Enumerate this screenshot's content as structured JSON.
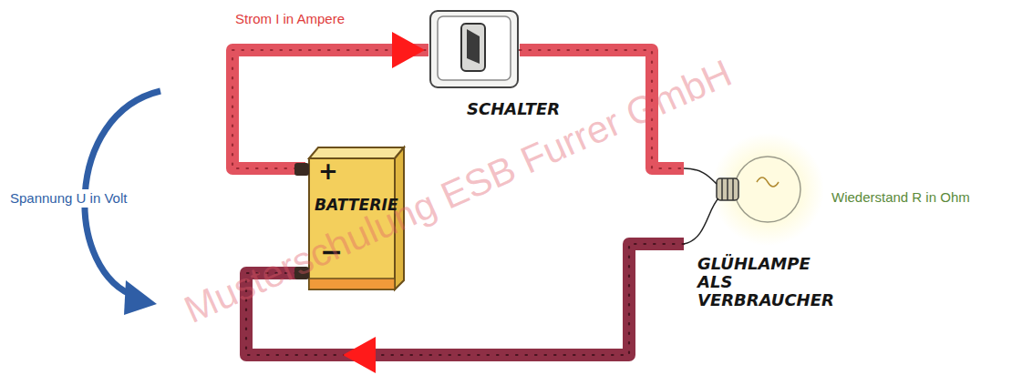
{
  "diagram": {
    "nodes": [
      {
        "text": [
          "+",
          "BATTERIE",
          "−"
        ]
      },
      {
        "text": [
          "SCHALTER"
        ]
      },
      {
        "text": [
          "GLÜHLAMPE ALS VERBRAUCHER"
        ]
      }
    ],
    "edges": [
      {
        "from": 0,
        "to": 1,
        "arrow": "to"
      },
      {
        "from": 1,
        "to": 2,
        "arrow": "none"
      },
      {
        "from": 2,
        "to": 0,
        "arrow": "to"
      }
    ],
    "labels": [
      "Strom I in Ampere",
      "Spannung U in Volt",
      "Wiederstand R in Ohm",
      "Musterschulung ESB Furrer GmbH"
    ]
  }
}
